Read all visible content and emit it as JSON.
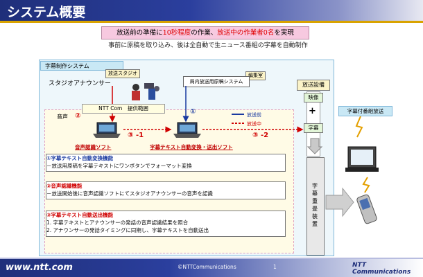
{
  "header": {
    "title": "システム概要"
  },
  "summary": {
    "line1_a": "放送前の準備に",
    "line1_b": "10秒程度",
    "line1_c": "の作業、",
    "line1_d": "放送中の作業者0名",
    "line1_e": "を実現",
    "line2": "事前に原稿を取り込み、後は全自動で生ニュース番組の字幕を自動制作"
  },
  "diagram": {
    "system_label": "字幕制作システム",
    "studio_tag": "放送スタジオ",
    "studio_announcer": "スタジオアナウンサー",
    "edit_room_tag": "編集室",
    "manuscript_system": "局内放送用原稿システム",
    "equipment_tag": "放送設備",
    "video": "映像",
    "plus": "+",
    "subtitle": "字幕",
    "caption_device": "字幕重畳装置",
    "ntt_range": "NTT Com　提供範囲",
    "voice": "音声",
    "legend_before": "放送前",
    "legend_during": "放送中",
    "marker_1": "①",
    "marker_2": "②",
    "marker_3_1": "③ -1",
    "marker_3_2": "③ -2",
    "voice_soft": "音声認識ソフト",
    "text_soft": "字幕テキスト自動変換・送出ソフト",
    "broadcast_label": "字幕付番組放送"
  },
  "features": [
    {
      "title": "①字幕テキスト自動変換機能",
      "lines": [
        "－放送用原稿を字幕テキストにワンボタンでフォーマット変換"
      ]
    },
    {
      "title": "②音声認識機能",
      "lines": [
        "－放送開始後に音声認識ソフトにてスタジオアナウンサーの音声を認識"
      ]
    },
    {
      "title": "③字幕テキスト自動送出機能",
      "lines": [
        "1. 字幕テキストとアナウンサーの発話の音声認識結果を照合",
        "2. アナウンサーの発話タイミングに同期し、字幕テキストを自動送出"
      ]
    }
  ],
  "footer": {
    "url": "www.ntt.com",
    "copyright": "©NTTCommunications",
    "page": "1",
    "logo": "NTT Communications"
  },
  "colors": {
    "accent_blue": "#1f2f7a",
    "before_line": "#1a3aa0",
    "during_line": "#d00000",
    "gold": "#d9a300"
  }
}
